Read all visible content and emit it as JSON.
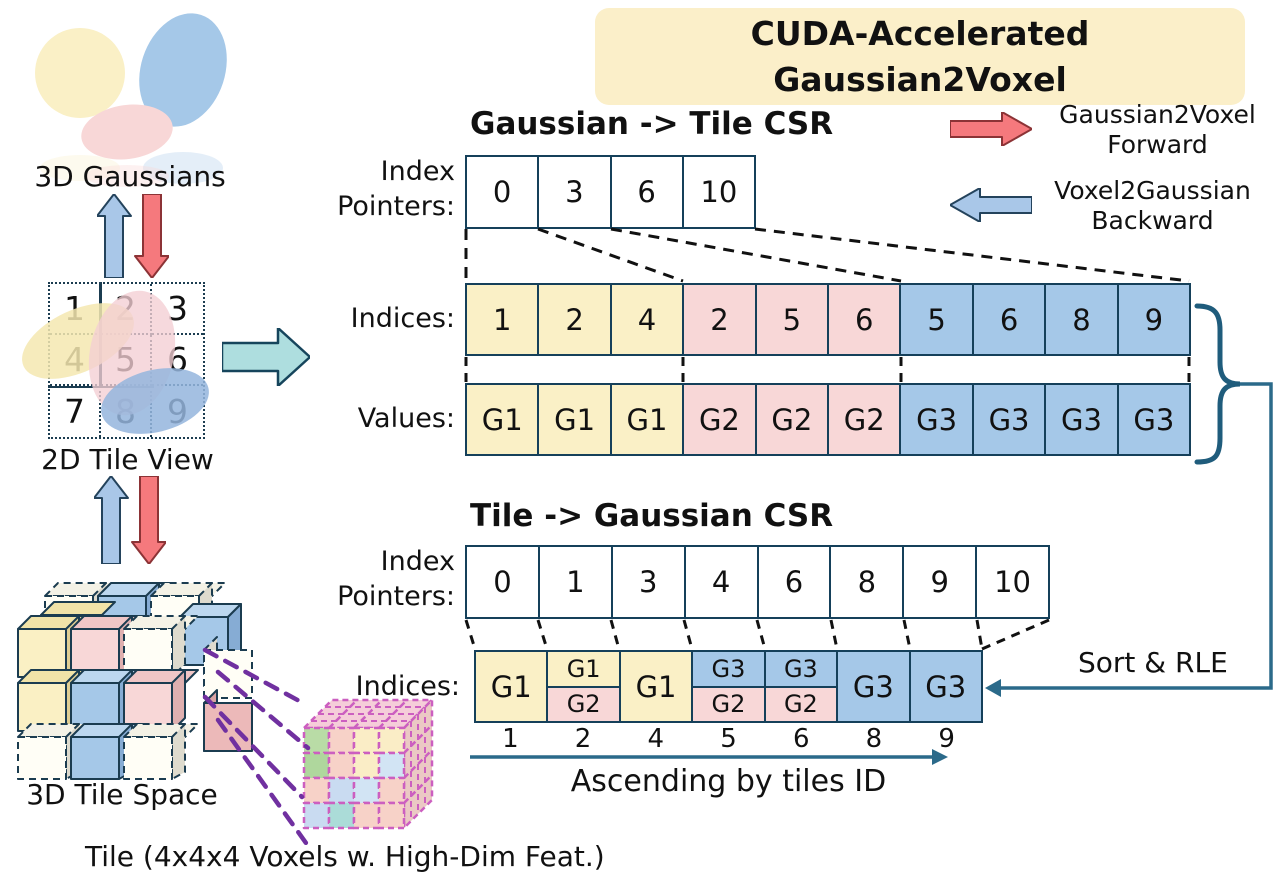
{
  "title": {
    "line1": "CUDA-Accelerated",
    "line2": "Gaussian2Voxel"
  },
  "legend": {
    "forward": {
      "line1": "Gaussian2Voxel",
      "line2": "Forward"
    },
    "backward": {
      "line1": "Voxel2Gaussian",
      "line2": "Backward"
    }
  },
  "left": {
    "gaussians_label": "3D Gaussians",
    "tile_view_label": "2D Tile View",
    "tile_space_label": "3D Tile Space",
    "voxel_caption": "Tile (4x4x4 Voxels w. High-Dim Feat.)",
    "tile_grid": {
      "numbers": [
        "1",
        "2",
        "3",
        "4",
        "5",
        "6",
        "7",
        "8",
        "9"
      ]
    }
  },
  "gaussian_to_tile": {
    "heading": "Gaussian -> Tile CSR",
    "pointer_label_line1": "Index",
    "pointer_label_line2": "Pointers:",
    "indices_label": "Indices:",
    "values_label": "Values:",
    "index_pointers": [
      "0",
      "3",
      "6",
      "10"
    ],
    "groups": [
      {
        "gaussian": "G1",
        "color": "#FAF0C6",
        "tile_indices": [
          "1",
          "2",
          "4"
        ]
      },
      {
        "gaussian": "G2",
        "color": "#F8D7D7",
        "tile_indices": [
          "2",
          "5",
          "6"
        ]
      },
      {
        "gaussian": "G3",
        "color": "#A5C8E8",
        "tile_indices": [
          "5",
          "6",
          "8",
          "9"
        ]
      }
    ]
  },
  "tile_to_gaussian": {
    "heading": "Tile -> Gaussian CSR",
    "pointer_label_line1": "Index",
    "pointer_label_line2": "Pointers:",
    "indices_label": "Indices:",
    "index_pointers": [
      "0",
      "1",
      "3",
      "4",
      "6",
      "8",
      "9",
      "10"
    ],
    "cells": [
      {
        "tile": "1",
        "entries": [
          {
            "g": "G1",
            "color": "yellow"
          }
        ]
      },
      {
        "tile": "2",
        "entries": [
          {
            "g": "G1",
            "color": "yellow"
          },
          {
            "g": "G2",
            "color": "pink"
          }
        ]
      },
      {
        "tile": "4",
        "entries": [
          {
            "g": "G1",
            "color": "yellow"
          }
        ]
      },
      {
        "tile": "5",
        "entries": [
          {
            "g": "G3",
            "color": "blue"
          },
          {
            "g": "G2",
            "color": "pink"
          }
        ]
      },
      {
        "tile": "6",
        "entries": [
          {
            "g": "G3",
            "color": "blue"
          },
          {
            "g": "G2",
            "color": "pink"
          }
        ]
      },
      {
        "tile": "8",
        "entries": [
          {
            "g": "G3",
            "color": "blue"
          }
        ]
      },
      {
        "tile": "9",
        "entries": [
          {
            "g": "G3",
            "color": "blue"
          }
        ]
      }
    ],
    "sort_rle_label": "Sort & RLE",
    "ascending_label": "Ascending by tiles ID"
  },
  "colors": {
    "gaussian_yellow": "#FAF0C6",
    "gaussian_pink": "#F8D7D7",
    "gaussian_blue": "#A5C8E8",
    "cell_border": "#15405A",
    "title_bg": "#FBEFC9",
    "forward_arrow_red": "#F5797D",
    "backward_arrow_blue": "#A9C7E8",
    "transform_arrow_teal": "#AEDEDF",
    "flow_line_blue": "#2B6A8A",
    "projection_purple": "#7030A0"
  }
}
